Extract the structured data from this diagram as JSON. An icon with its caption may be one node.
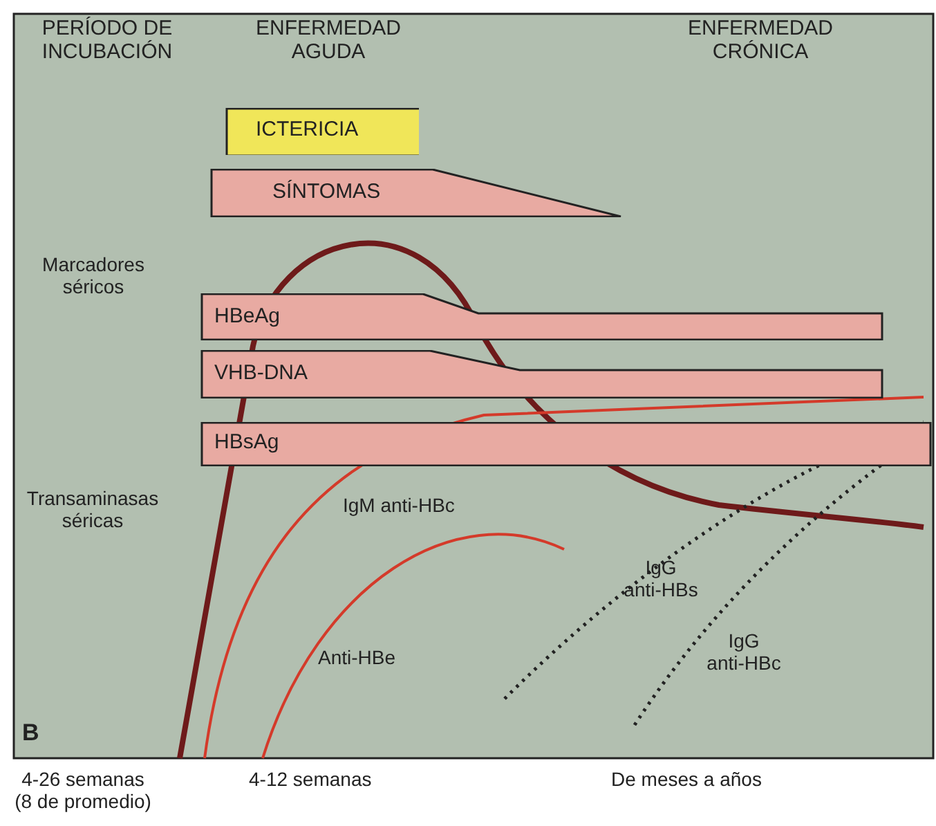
{
  "diagram": {
    "nodes": [
      {
        "text": [
          "ICTERICIA"
        ]
      },
      {
        "text": [
          "SÍNTOMAS"
        ]
      },
      {
        "text": [
          "HBeAg"
        ]
      },
      {
        "text": [
          "VHB-DNA"
        ]
      },
      {
        "text": [
          "HBsAg"
        ]
      }
    ],
    "labels": [
      "PERÍODO DE INCUBACIÓN",
      "ENFERMEDAD AGUDA",
      "ENFERMEDAD CRÓNICA",
      "Marcadores séricos",
      "Transaminasas séricas",
      "IgM anti-HBc",
      "Anti-HBe",
      "IgG anti-HBs",
      "IgG anti-HBc",
      "B",
      "4-26 semanas (8 de promedio)",
      "4-12 semanas",
      "De meses a años"
    ]
  }
}
